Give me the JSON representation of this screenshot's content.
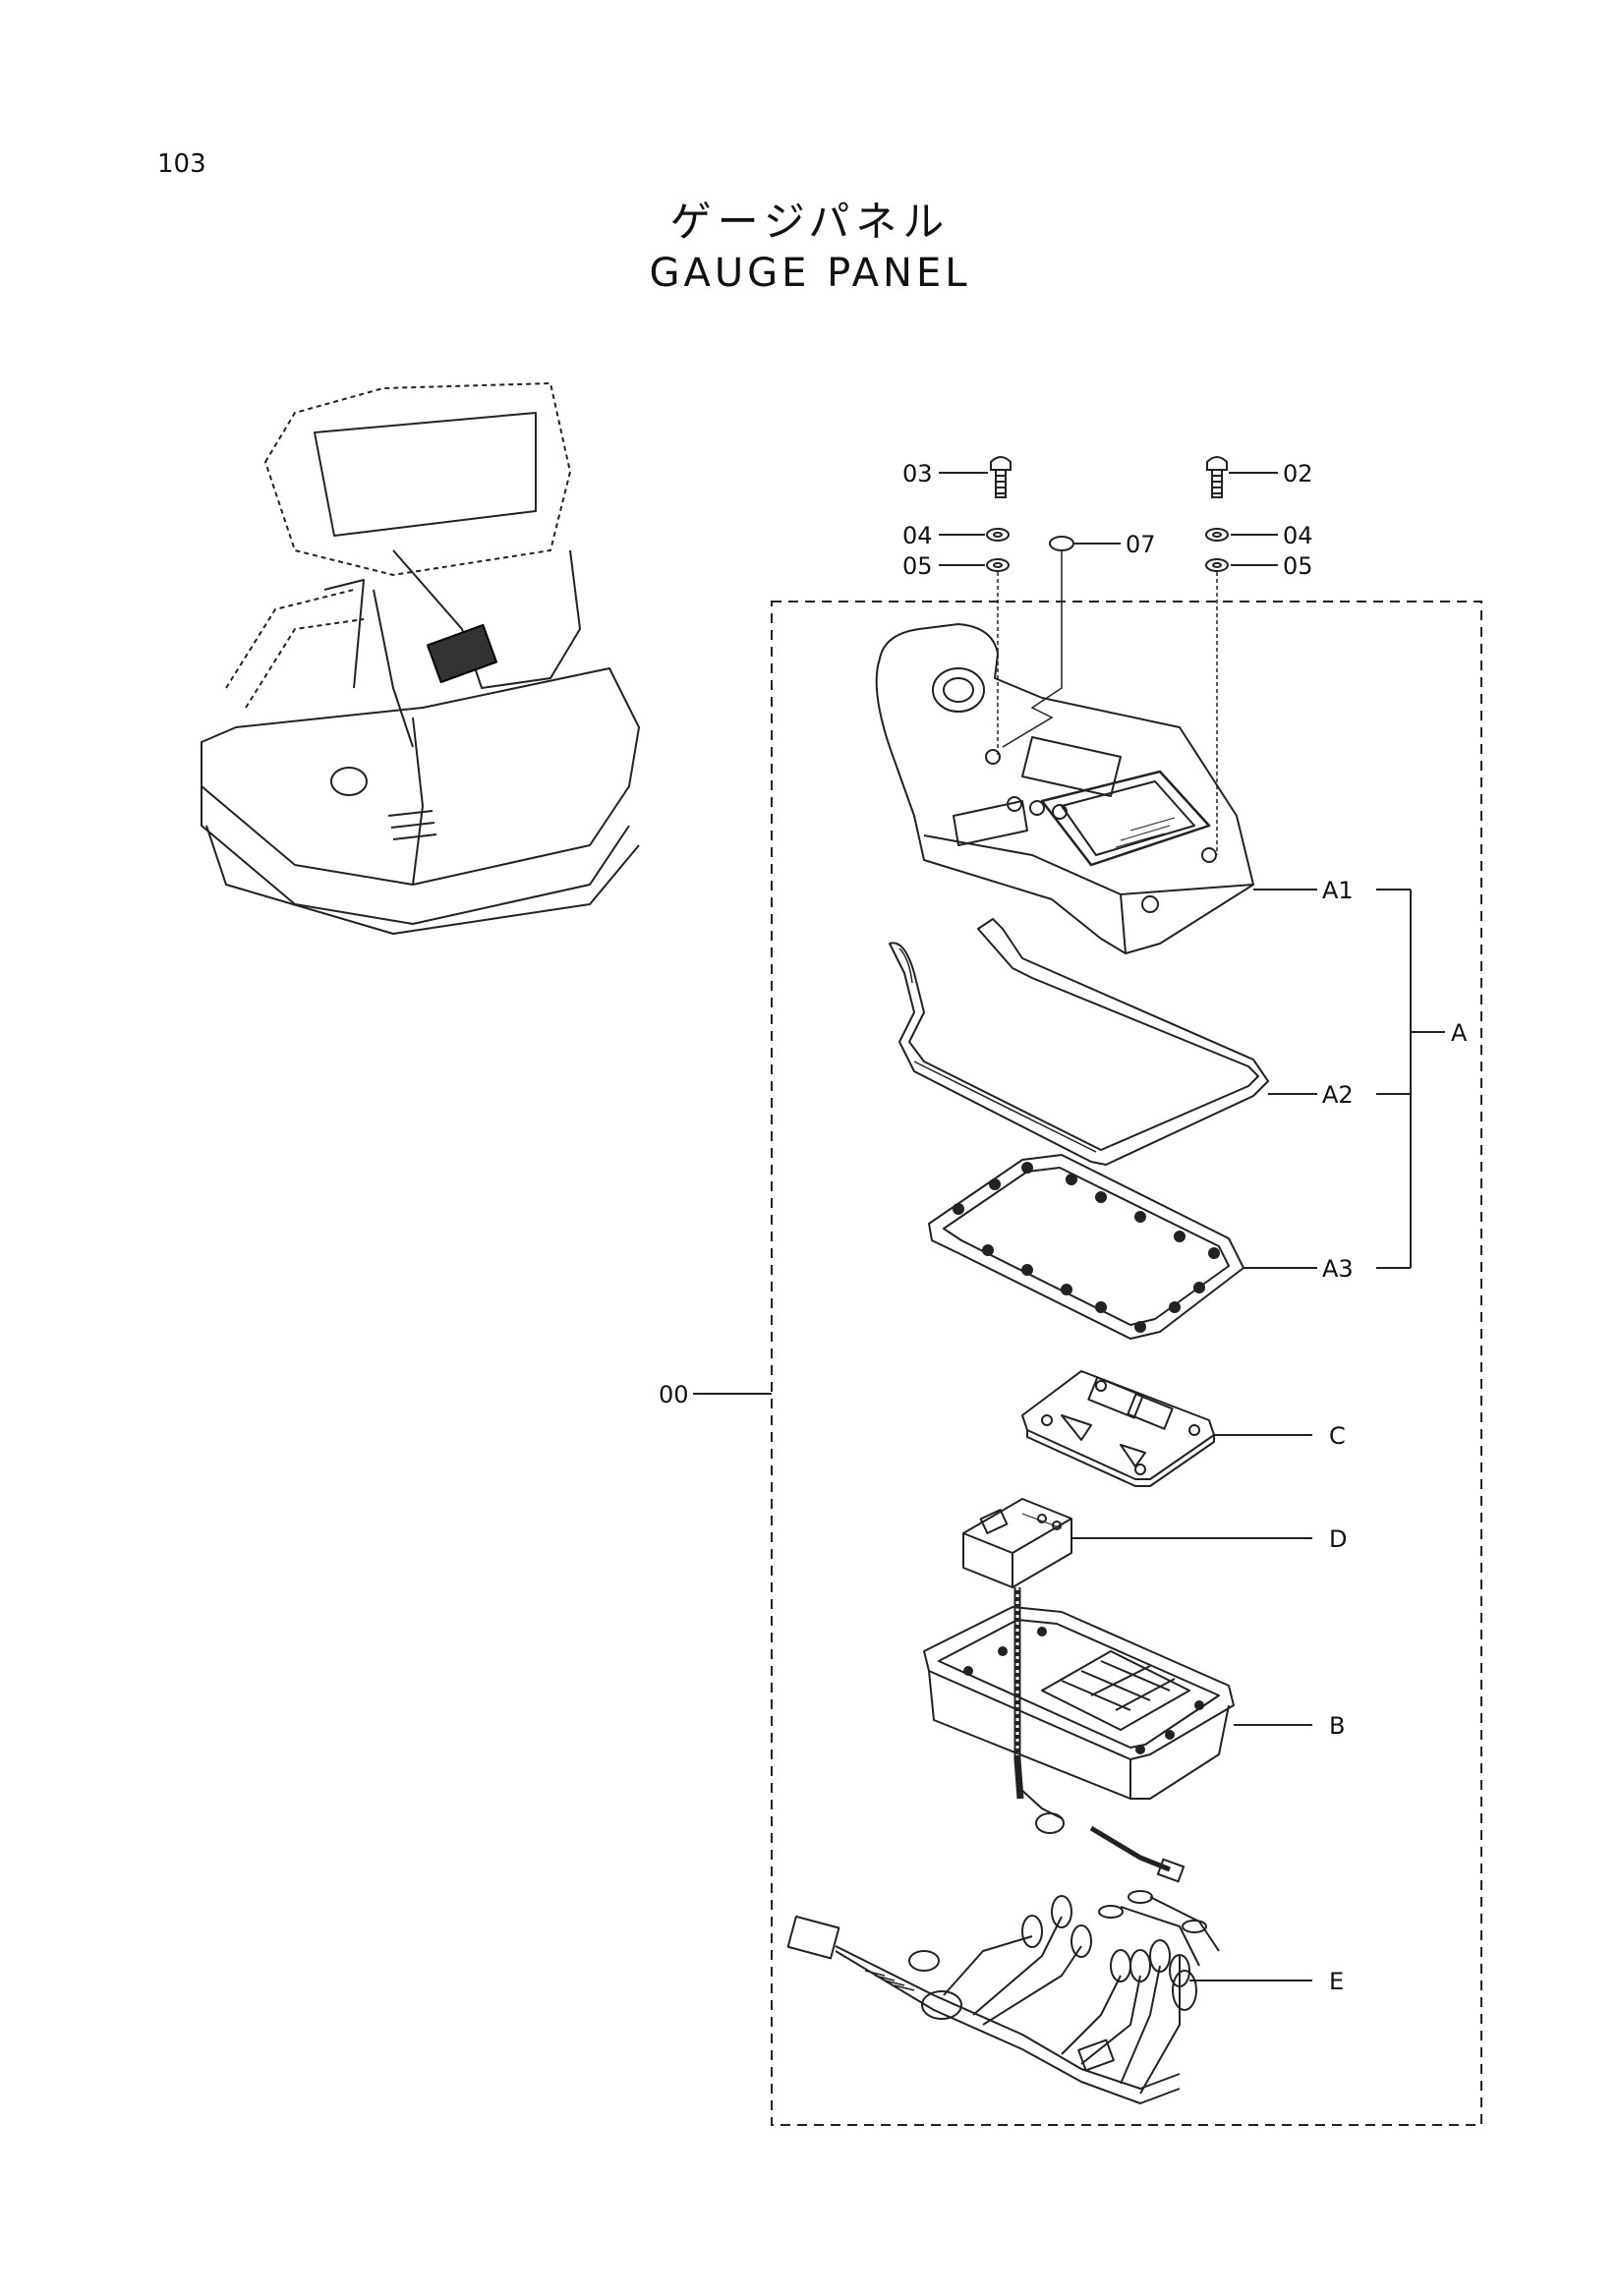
{
  "page_number": "103",
  "title_jp": "ゲージパネル",
  "title_en": "GAUGE PANEL",
  "callouts": {
    "c03": "03",
    "c02": "02",
    "c04a": "04",
    "c04b": "04",
    "c05a": "05",
    "c05b": "05",
    "c07": "07",
    "A1": "A1",
    "A": "A",
    "A2": "A2",
    "A3": "A3",
    "c00": "00",
    "C": "C",
    "D": "D",
    "B": "B",
    "E": "E"
  }
}
